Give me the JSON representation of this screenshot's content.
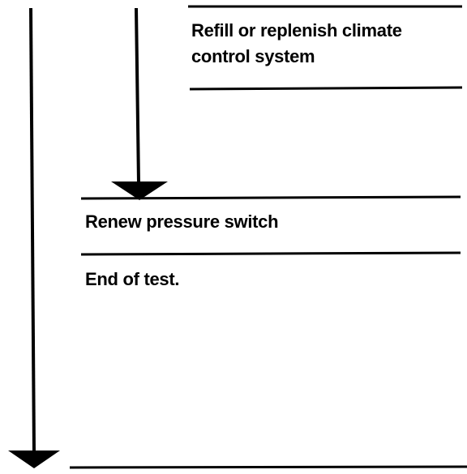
{
  "steps": {
    "refill": {
      "line1": "Refill or replenish climate",
      "line2": "control system"
    },
    "renew": "Renew pressure switch",
    "end": "End of test."
  },
  "colors": {
    "ink": "#000000",
    "background": "#ffffff"
  }
}
